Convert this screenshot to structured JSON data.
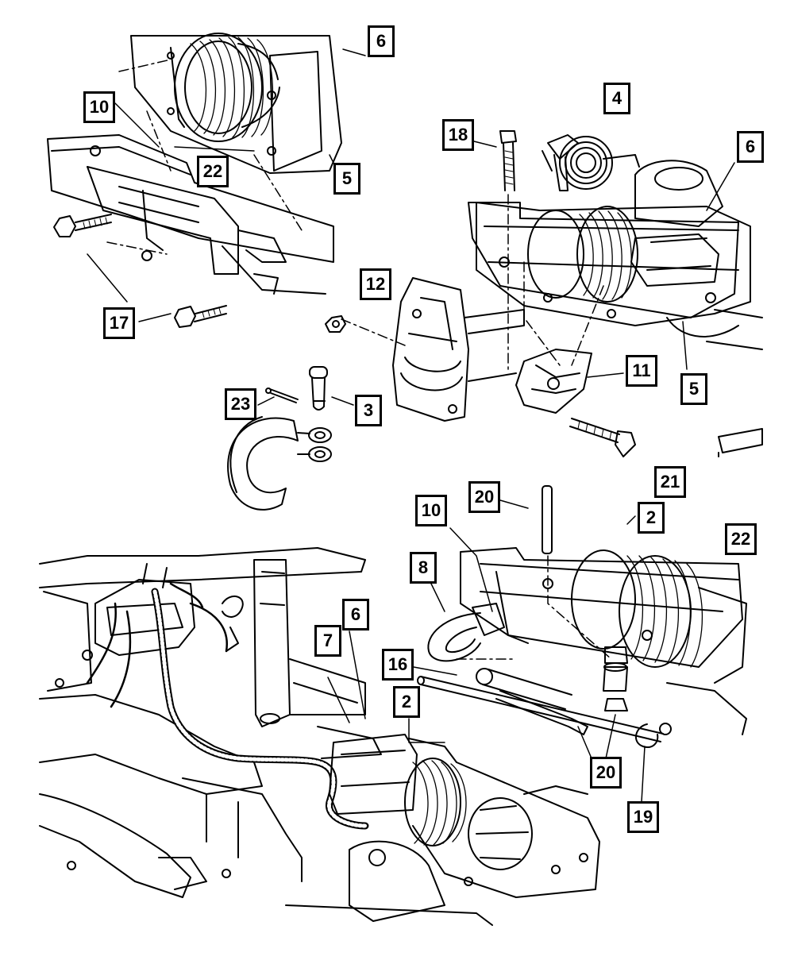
{
  "diagram": {
    "callouts": [
      "6",
      "10",
      "22",
      "5",
      "17",
      "12",
      "4",
      "18",
      "6",
      "11",
      "5",
      "23",
      "3",
      "21",
      "20",
      "10",
      "2",
      "22",
      "8",
      "16",
      "7",
      "6",
      "2",
      "20",
      "19"
    ]
  }
}
